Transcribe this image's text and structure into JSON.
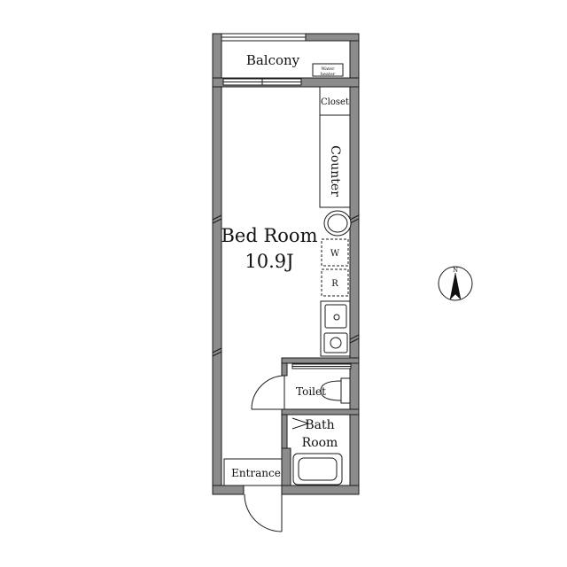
{
  "rooms": {
    "balcony": "Balcony",
    "water_heater_line1": "Water",
    "water_heater_line2": "heater",
    "closet": "Closet",
    "counter": "Counter",
    "bedroom_name": "Bed Room",
    "bedroom_size": "10.9J",
    "washer": "W",
    "refrigerator": "R",
    "toilet": "Toilet",
    "bath_line1": "Bath",
    "bath_line2": "Room",
    "entrance": "Entrance"
  },
  "compass": {
    "north_label": "N"
  }
}
